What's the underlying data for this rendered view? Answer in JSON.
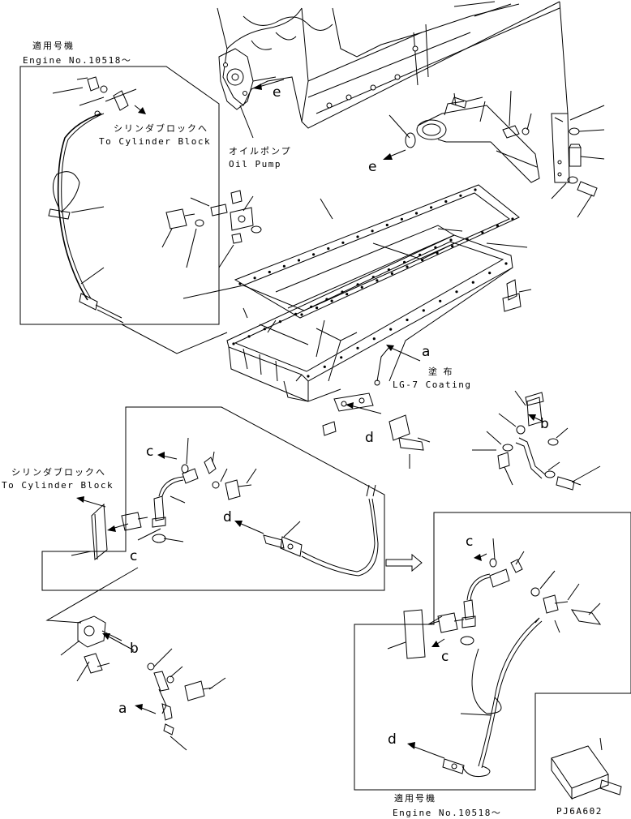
{
  "labels": {
    "applicable_jp_top": "適用号機",
    "engine_no_top": "Engine No.10518～",
    "cylinder_block_jp_top": "シリンダブロックへ",
    "cylinder_block_en_top": "To Cylinder Block",
    "oil_pump_jp": "オイルポンプ",
    "oil_pump_en": "Oil Pump",
    "coating_jp": "塗 布",
    "coating_en": "LG-7 Coating",
    "cylinder_block_jp_mid": "シリンダブロックへ",
    "cylinder_block_en_mid": "To Cylinder Block",
    "applicable_jp_bottom": "適用号機",
    "engine_no_bottom": "Engine No.10518～",
    "drawing_code": "PJ6A602"
  },
  "callouts": {
    "a": "a",
    "b": "b",
    "c": "c",
    "d": "d",
    "e": "e"
  }
}
